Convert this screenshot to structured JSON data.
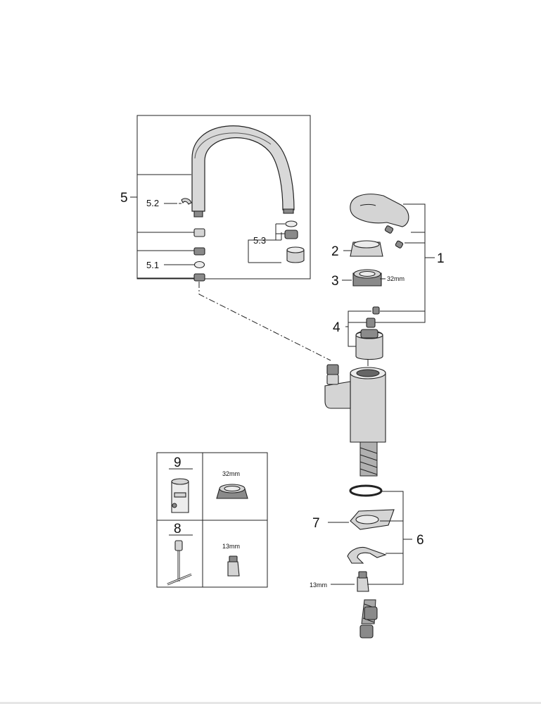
{
  "labels": {
    "p1": "1",
    "p2": "2",
    "p3": "3",
    "p4": "4",
    "p5": "5",
    "p5_1": "5.1",
    "p5_2": "5.2",
    "p5_3": "5.3",
    "p6": "6",
    "p7": "7",
    "p8": "8",
    "p9": "9"
  },
  "dimensions": {
    "nut_32": "32mm",
    "tool_32": "32mm",
    "tool_13": "13mm",
    "nut_13": "13mm"
  },
  "colors": {
    "line": "#222222",
    "part_fill": "#d4d4d4",
    "part_dark": "#8a8a8a"
  }
}
